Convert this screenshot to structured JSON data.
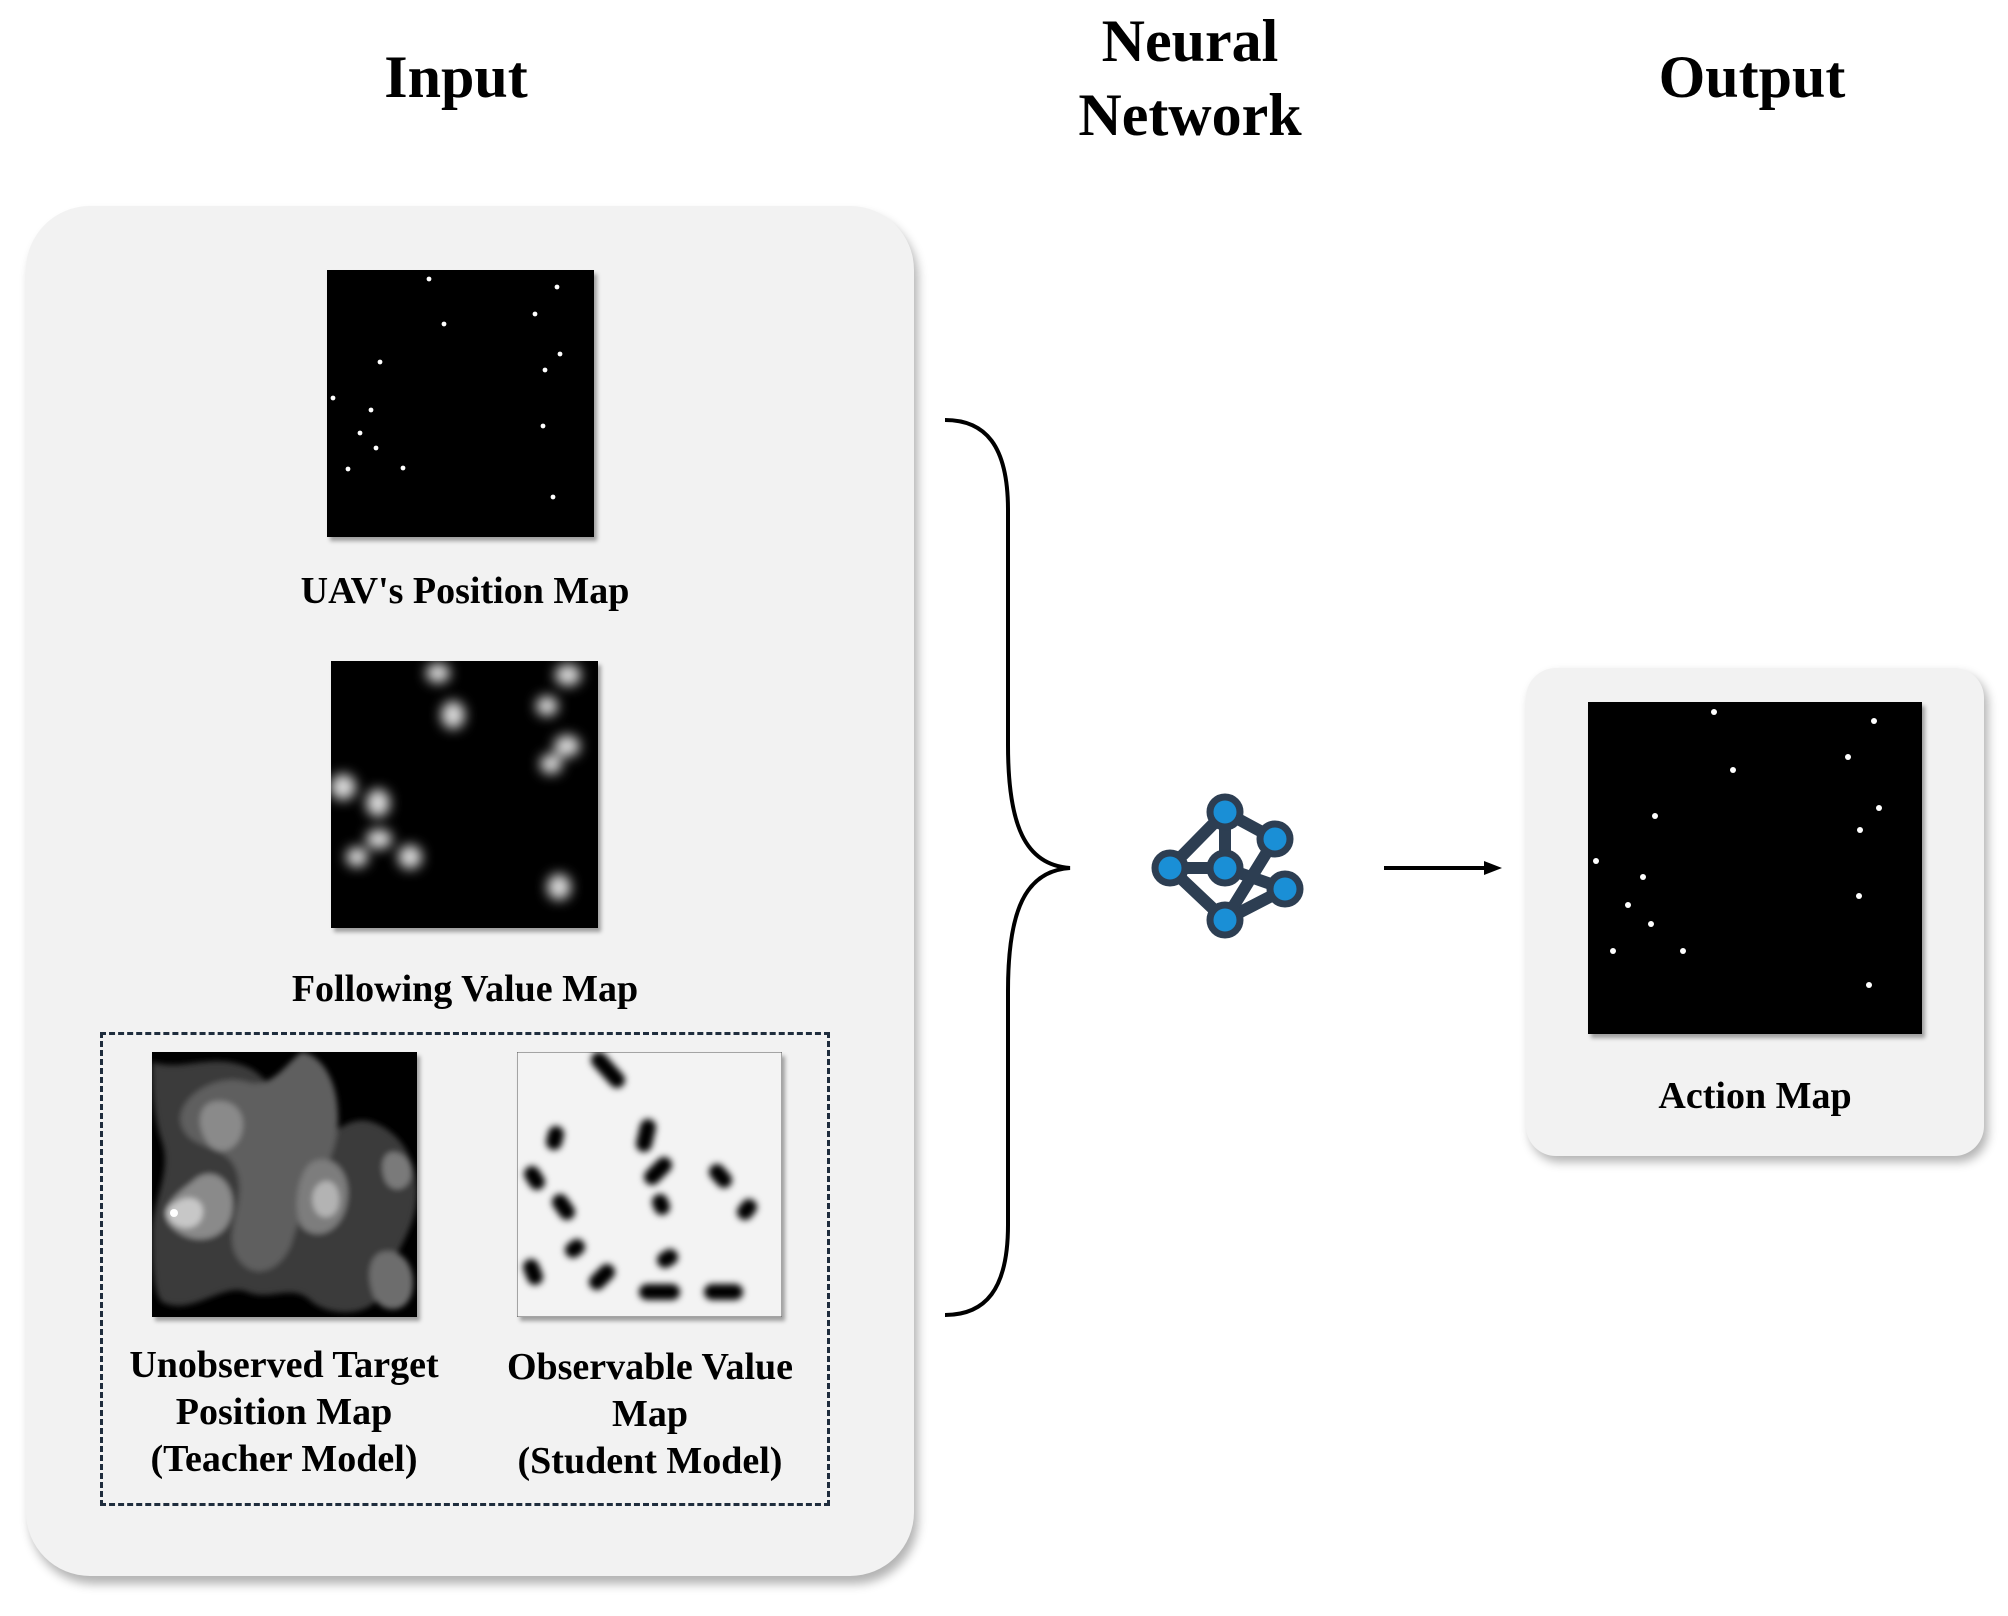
{
  "headers": {
    "input": "Input",
    "network_line1": "Neural",
    "network_line2": "Network",
    "output": "Output"
  },
  "input_maps": {
    "uav_position": {
      "label": "UAV's Position Map"
    },
    "following_value": {
      "label": "Following Value Map"
    },
    "unobserved_target": {
      "label_line1": "Unobserved Target",
      "label_line2": "Position Map",
      "label_line3": "(Teacher Model)"
    },
    "observable_value": {
      "label_line1": "Observable Value",
      "label_line2": "Map",
      "label_line3": "(Student Model)"
    }
  },
  "output_maps": {
    "action": {
      "label": "Action Map"
    }
  },
  "colors": {
    "panel_bg": "#f2f2f2",
    "map_dark": "#000000",
    "map_light": "#f3f3f3",
    "node_fill": "#1a8fd6",
    "node_edge": "#2d3e52",
    "dash_border": "#1f2d3d"
  },
  "icons": {
    "network": "neural-network-icon",
    "arrow": "right-arrow-icon",
    "brace": "curly-brace-icon"
  }
}
